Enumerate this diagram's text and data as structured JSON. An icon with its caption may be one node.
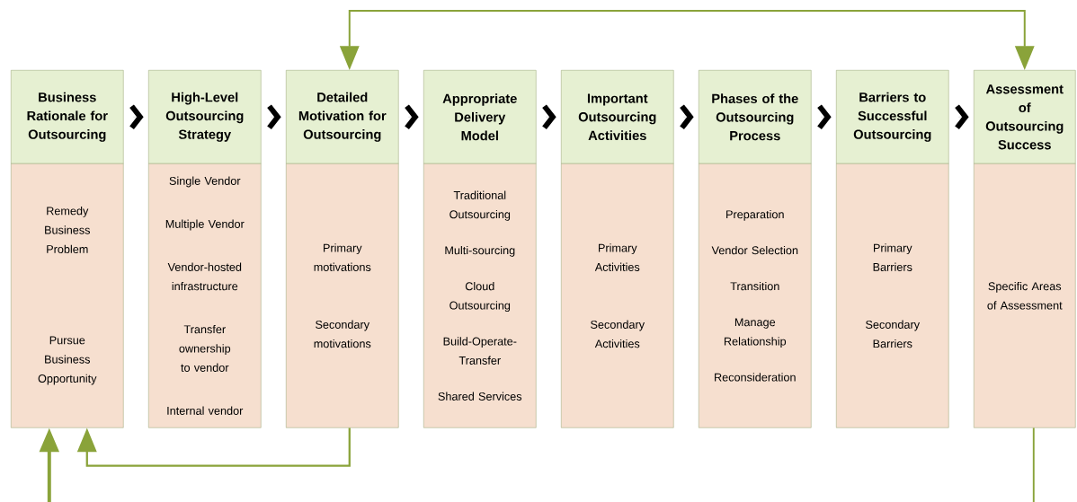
{
  "diagram": {
    "nodes": [
      {
        "text": [
          "Business Rationale for Outsourcing"
        ]
      },
      {
        "text": [
          "Remedy Business Problem",
          "Pursue Business Opportunity"
        ]
      },
      {
        "text": [
          "High-Level Outsourcing Strategy"
        ]
      },
      {
        "text": [
          "Single Vendor",
          "Multiple Vendor",
          "Vendor-hosted infrastructure",
          "Transfer ownership to vendor",
          "Internal vendor"
        ]
      },
      {
        "text": [
          "Detailed Motivation for Outsourcing"
        ]
      },
      {
        "text": [
          "Primary motivations",
          "Secondary motivations"
        ]
      },
      {
        "text": [
          "Appropriate Delivery Model"
        ]
      },
      {
        "text": [
          "Traditional Outsourcing",
          "Multi-sourcing",
          "Cloud Outsourcing",
          "Build-Operate-Transfer",
          "Shared Services"
        ]
      },
      {
        "text": [
          "Important Outsourcing Activities"
        ]
      },
      {
        "text": [
          "Primary Activities",
          "Secondary Activities"
        ]
      },
      {
        "text": [
          "Phases of the Outsourcing Process"
        ]
      },
      {
        "text": [
          "Preparation",
          "Vendor Selection",
          "Transition",
          "Manage Relationship",
          "Reconsideration"
        ]
      },
      {
        "text": [
          "Barriers to Successful Outsourcing"
        ]
      },
      {
        "text": [
          "Primary Barriers",
          "Secondary Barriers"
        ]
      },
      {
        "text": [
          "Assessment of Outsourcing Success"
        ]
      },
      {
        "text": [
          "Specific Areas of Assessment"
        ]
      }
    ],
    "edges": [
      {
        "from": 0,
        "to": 2,
        "arrow": "to"
      },
      {
        "from": 2,
        "to": 4,
        "arrow": "to"
      },
      {
        "from": 4,
        "to": 6,
        "arrow": "to"
      },
      {
        "from": 6,
        "to": 8,
        "arrow": "to"
      },
      {
        "from": 8,
        "to": 10,
        "arrow": "to"
      },
      {
        "from": 10,
        "to": 12,
        "arrow": "to"
      },
      {
        "from": 12,
        "to": 14,
        "arrow": "to"
      },
      {
        "from": 4,
        "to": 14,
        "arrow": "both",
        "color": "#8aa33a"
      },
      {
        "from": 5,
        "to": 1,
        "arrow": "to",
        "color": "#8aa33a"
      },
      {
        "from": null,
        "to": 1,
        "arrow": "to",
        "color": "#8aa33a"
      },
      {
        "from": 15,
        "to": null,
        "arrow": "none",
        "color": "#8aa33a"
      }
    ]
  }
}
